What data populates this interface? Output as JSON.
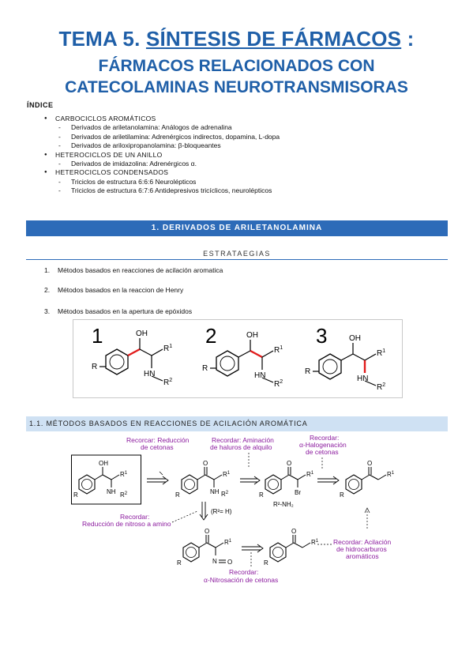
{
  "header": {
    "title_prefix": "TEMA 5. ",
    "title_underlined": "SÍNTESIS DE FÁRMACOS",
    "title_suffix": " :",
    "subtitle_line1": "FÁRMACOS RELACIONADOS CON",
    "subtitle_line2": "CATECOLAMINAS NEUROTRANSMISORAS"
  },
  "index": {
    "heading": "ÍNDICE",
    "items": [
      {
        "label": "CARBOCICLOS AROMÁTICOS",
        "subs": [
          "Derivados de ariletanolamina: Análogos de adrenalina",
          "Derivados de ariletilamina: Adrenérgicos indirectos, dopamina, L-dopa",
          "Derivados de ariloxipropanolamina: β-bloqueantes"
        ]
      },
      {
        "label": "HETEROCICLOS DE UN ANILLO",
        "subs": [
          "Derivados de imidazolina: Adrenérgicos α."
        ]
      },
      {
        "label": "HETEROCICLOS CONDENSADOS",
        "subs": [
          "Triciclos de estructura 6:6:6 Neurolépticos",
          "Triciclos de estructura 6:7:6 Antidepresivos tricíclicos, neurolépticos"
        ]
      }
    ]
  },
  "section1": {
    "title": "1. DERIVADOS DE ARILETANOLAMINA",
    "strategies_heading": "ESTRATAEGIAS",
    "methods": [
      {
        "num": "1.",
        "text": "Métodos basados en reacciones de acilación aromatica"
      },
      {
        "num": "2.",
        "text": "Métodos basados en la reaccion de Henry"
      },
      {
        "num": "3.",
        "text": "Métodos basados en la apertura de epóxidos"
      }
    ],
    "structure_labels": [
      "1",
      "2",
      "3"
    ],
    "atoms": {
      "oh": "OH",
      "r1": "R",
      "sup1": "1",
      "nh": "HN",
      "r2": "R",
      "sup2": "2",
      "r": "R"
    }
  },
  "section11": {
    "title": "1.1. MÉTODOS BASADOS EN REACCIONES DE ACILACIÓN AROMÁTICA",
    "notes": {
      "reduccion_cetonas": [
        "Recorcar: Reducción",
        "de cetonas"
      ],
      "aminacion": [
        "Recordar: Aminación",
        "de haluros de alquilo"
      ],
      "halogenacion": [
        "Recordar:",
        "α-Halogenación",
        "de cetonas"
      ],
      "reduccion_nitroso": [
        "Recordar:",
        "Reducción de nitroso a amino"
      ],
      "acilacion": [
        "Recordar: Acilación",
        "de hidrocarburos",
        "aromáticos"
      ],
      "nitrosacion": [
        "Recordar:",
        "α-Nitrosación de cetonas"
      ]
    },
    "atoms": {
      "o": "O",
      "oh": "OH",
      "r": "R",
      "r1": "R",
      "sup1": "1",
      "nh": "NH",
      "r2": "R",
      "sup2": "2",
      "n": "N",
      "br": "Br",
      "r2nh2": "R²-NH₂",
      "r2h": "(R²= H)",
      "nitroso_o": "O"
    }
  },
  "colors": {
    "title_blue": "#1f5fa8",
    "bar_blue": "#2d6bb8",
    "bar_light": "#cfe1f3",
    "bond_red": "#e21b1b",
    "note_purple": "#8b1a9e"
  }
}
